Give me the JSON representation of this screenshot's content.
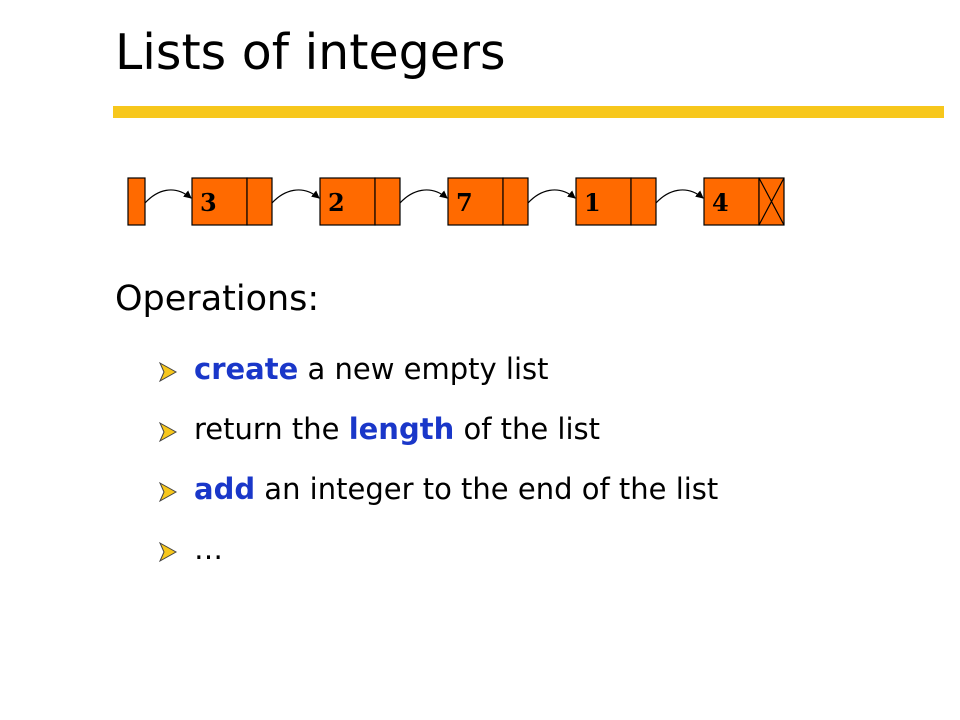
{
  "slide": {
    "title": "Lists of integers",
    "accent_color": "#f7c71c",
    "list_node_color": "#ff6a00",
    "keyword_color": "#1a37c9"
  },
  "linked_list": {
    "values": [
      "3",
      "2",
      "7",
      "1",
      "4"
    ],
    "terminator": "null-cross-icon"
  },
  "operations": {
    "heading": "Operations:",
    "items": [
      {
        "keyword": "create",
        "prefix": "",
        "suffix": " a new empty list"
      },
      {
        "keyword": "length",
        "prefix": "return the ",
        "suffix": " of the list"
      },
      {
        "keyword": "add",
        "prefix": "",
        "suffix": " an integer to the end of the list"
      },
      {
        "keyword": "",
        "prefix": "",
        "suffix": "…"
      }
    ],
    "bullet_icon": "arrowhead-bullet-icon"
  }
}
